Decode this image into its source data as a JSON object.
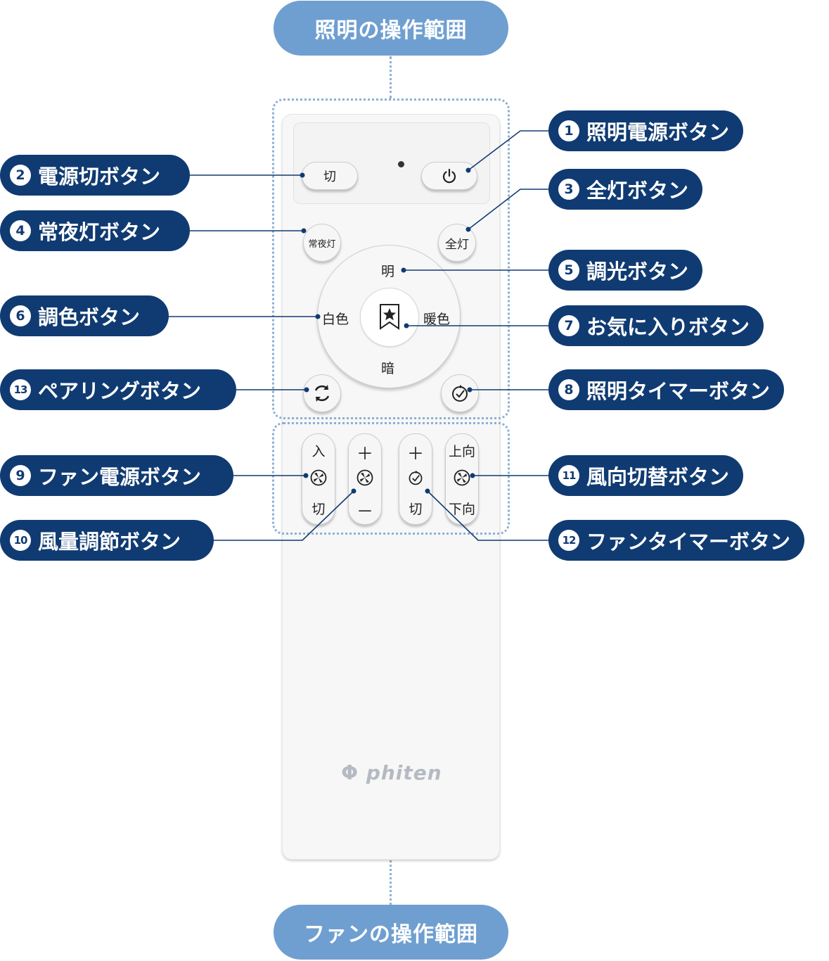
{
  "sections": {
    "lighting": "照明の操作範囲",
    "fan": "ファンの操作範囲"
  },
  "remote": {
    "brand": "phiten",
    "buttons": {
      "off": "切",
      "night_light": "常夜灯",
      "full_light": "全灯",
      "bright": "明",
      "dark": "暗",
      "white": "白色",
      "warm": "暖色",
      "fan_on": "入",
      "fan_off": "切",
      "plus": "＋",
      "minus": "－",
      "timer_plus": "＋",
      "timer_off": "切",
      "dir_up": "上向",
      "dir_down": "下向"
    }
  },
  "callouts": [
    {
      "num": "1",
      "label": "照明電源ボタン"
    },
    {
      "num": "2",
      "label": "電源切ボタン"
    },
    {
      "num": "3",
      "label": "全灯ボタン"
    },
    {
      "num": "4",
      "label": "常夜灯ボタン"
    },
    {
      "num": "5",
      "label": "調光ボタン"
    },
    {
      "num": "6",
      "label": "調色ボタン"
    },
    {
      "num": "7",
      "label": "お気に入りボタン"
    },
    {
      "num": "8",
      "label": "照明タイマーボタン"
    },
    {
      "num": "9",
      "label": "ファン電源ボタン"
    },
    {
      "num": "10",
      "label": "風量調節ボタン"
    },
    {
      "num": "11",
      "label": "風向切替ボタン"
    },
    {
      "num": "12",
      "label": "ファンタイマーボタン"
    },
    {
      "num": "13",
      "label": "ペアリングボタン"
    }
  ],
  "colors": {
    "callout_bg": "#103b72",
    "section_bg": "#6f9fd0",
    "guide_line": "#8db0d4"
  }
}
